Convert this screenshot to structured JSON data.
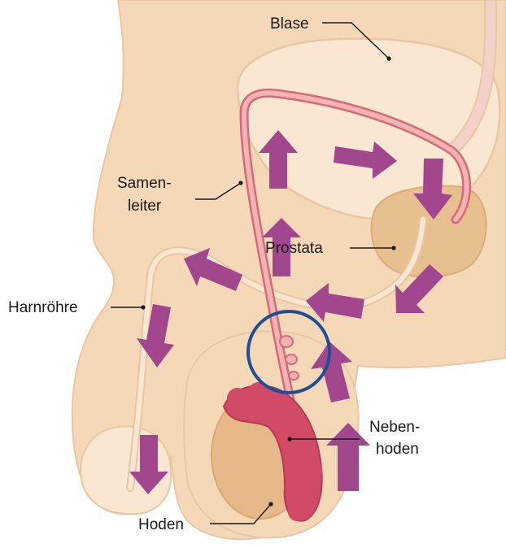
{
  "labels": {
    "bladder": "Blase",
    "vas_line1": "Samen-",
    "vas_line2": "leiter",
    "prostate": "Prostata",
    "urethra": "Harnröhre",
    "epididymis_line1": "Neben-",
    "epididymis_line2": "hoden",
    "testis": "Hoden"
  },
  "colors": {
    "skin": "#f5d8b8",
    "skin_light": "#f9e7d2",
    "skin_edge": "#e9c6a4",
    "tube_fill": "#f3b3b3",
    "tube_edge": "#d56a78",
    "testis": "#e7b98a",
    "epididymis": "#d14a66",
    "arrow": "#a2478d",
    "circle": "#1f4e95",
    "prostate": "#e8c090"
  },
  "icons": {
    "arrows": "flow-arrow-icon",
    "highlight": "highlight-circle-icon"
  }
}
